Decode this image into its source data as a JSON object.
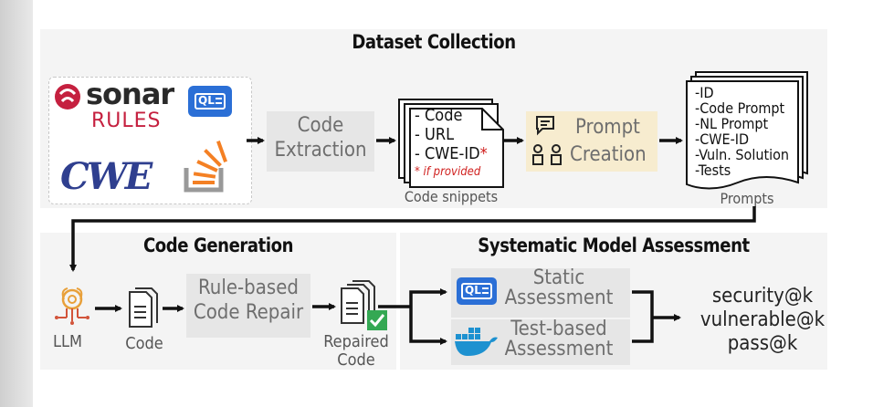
{
  "sections": {
    "dataset": "Dataset Collection",
    "generation": "Code Generation",
    "assessment": "Systematic Model Assessment"
  },
  "sources": {
    "sonar_word": "sonar",
    "sonar_rules": "RULES",
    "cwe": "CWE",
    "ql": "QL"
  },
  "steps": {
    "code_extraction": [
      "Code",
      "Extraction"
    ],
    "prompt_creation": [
      "Prompt",
      "Creation"
    ],
    "rule_repair": [
      "Rule-based",
      "Code Repair"
    ],
    "static": [
      "Static",
      "Assessment"
    ],
    "test": [
      "Test-based",
      "Assessment"
    ]
  },
  "snippet": {
    "lines": [
      "- Code",
      "- URL",
      "- CWE-ID"
    ],
    "star": "*",
    "note": "* if provided",
    "caption": "Code snippets"
  },
  "prompts": {
    "fields": [
      "-ID",
      "-Code Prompt",
      "-NL Prompt",
      "-CWE-ID",
      "-Vuln. Solution",
      "-Tests"
    ],
    "caption": "Prompts"
  },
  "generation": {
    "llm": "LLM",
    "code": "Code",
    "repaired": [
      "Repaired",
      "Code"
    ]
  },
  "metrics": [
    "security@k",
    "vulnerable@k",
    "pass@k"
  ],
  "colors": {
    "sonar_red": "#c5203f",
    "ql_blue": "#2b6fd6",
    "cwe_navy": "#2f3f8f",
    "so_orange": "#f48024",
    "docker_blue": "#1d91d0",
    "check_green": "#34a853",
    "llm_orange": "#e8a03a",
    "llm_red": "#d2543a"
  }
}
